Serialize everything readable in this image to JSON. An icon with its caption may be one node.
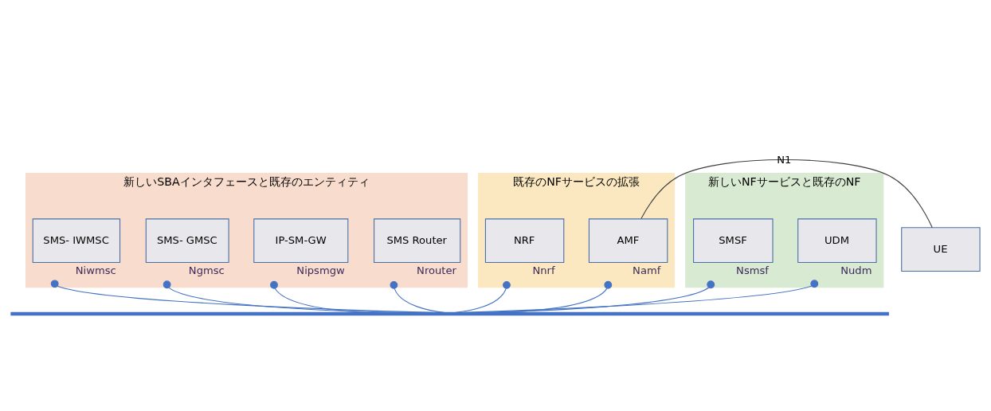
{
  "diagram": {
    "nodes": [
      {
        "text": [
          "新しいSBAインタフェースと既存のエンティティ"
        ]
      },
      {
        "text": [
          "SMS- IWMSC"
        ],
        "in": 0,
        "beside": [
          "Niwmsc"
        ]
      },
      {
        "text": [
          "SMS- GMSC"
        ],
        "in": 0,
        "beside": [
          "Ngmsc"
        ]
      },
      {
        "text": [
          "IP-SM-GW"
        ],
        "in": 0,
        "beside": [
          "Nipsmgw"
        ]
      },
      {
        "text": [
          "SMS Router"
        ],
        "in": 0,
        "beside": [
          "Nrouter"
        ]
      },
      {
        "text": [
          "既存のNFサービスの拡張"
        ]
      },
      {
        "text": [
          "NRF"
        ],
        "in": 5,
        "beside": [
          "Nnrf"
        ]
      },
      {
        "text": [
          "新しいNFサービスと既存のNF"
        ]
      },
      {
        "text": [
          "SMSF"
        ],
        "in": 7,
        "beside": [
          "Nsmsf"
        ]
      },
      {
        "text": [
          "UDM"
        ],
        "in": 7,
        "beside": [
          "Nudm"
        ]
      },
      {
        "text": [],
        "shape": "bar"
      },
      {
        "text": [
          "UE"
        ]
      },
      {
        "text": [
          "AMF"
        ],
        "in": 5,
        "beside": [
          "Namf"
        ]
      }
    ],
    "edges": [
      {
        "from": 1,
        "to": 10,
        "arrow": "other"
      },
      {
        "from": 2,
        "to": 10,
        "arrow": "other"
      },
      {
        "from": 3,
        "to": 10,
        "arrow": "other"
      },
      {
        "from": 4,
        "to": 10,
        "arrow": "other"
      },
      {
        "from": 6,
        "to": 10,
        "arrow": "other"
      },
      {
        "from": 8,
        "to": 10,
        "arrow": "other"
      },
      {
        "from": 9,
        "to": 10,
        "arrow": "other"
      },
      {
        "from": 12,
        "to": 10,
        "arrow": "other"
      },
      {
        "from": 11,
        "to": 12,
        "arrow": "none",
        "label": "N1",
        "color": "#404040"
      }
    ]
  }
}
